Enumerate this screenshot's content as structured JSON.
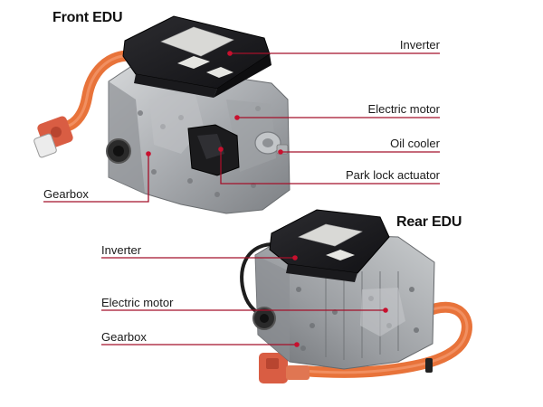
{
  "titles": {
    "front": "Front EDU",
    "rear": "Rear EDU"
  },
  "front_labels": {
    "inverter": "Inverter",
    "electric_motor": "Electric motor",
    "oil_cooler": "Oil cooler",
    "park_lock_actuator": "Park lock actuator",
    "gearbox": "Gearbox"
  },
  "rear_labels": {
    "inverter": "Inverter",
    "electric_motor": "Electric motor",
    "gearbox": "Gearbox"
  },
  "colors": {
    "leader_line": "#a4102a",
    "leader_dot": "#c8102e",
    "cable_orange": "#e8733a",
    "housing_silver": "#b9bcbf",
    "inverter_cover": "#1f1f22",
    "label_plate": "#d9d9d6"
  }
}
